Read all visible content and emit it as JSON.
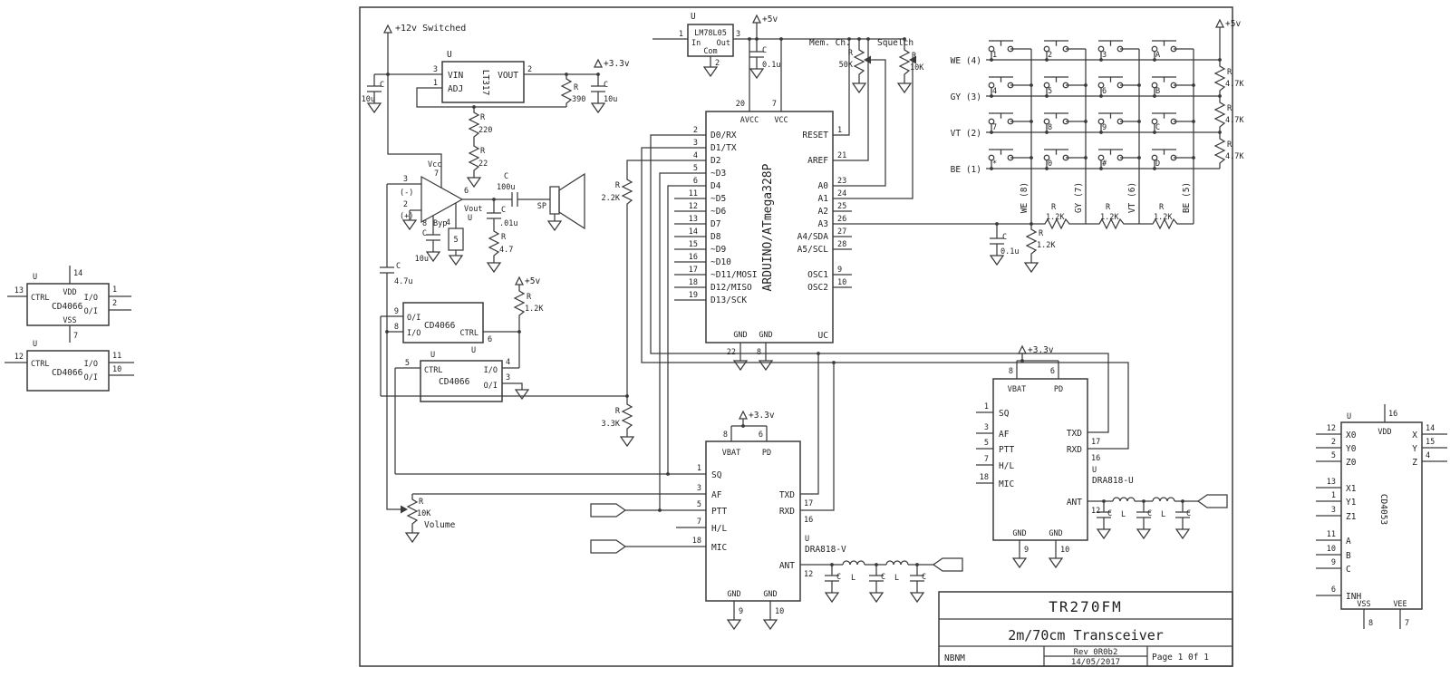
{
  "power": {
    "v12": "+12v Switched",
    "v5": "+5v",
    "v3": "+3.3v"
  },
  "tb": {
    "title": "TR270FM",
    "subtitle": "2m/70cm Transceiver",
    "author": "NBNM",
    "rev": "Rev 0R0b2",
    "date": "14/05/2017",
    "page": "Page 1 0f 1"
  },
  "lbl": {
    "r": "R",
    "c": "C",
    "l": "L",
    "u": "U",
    "sp": "SP"
  },
  "val": {
    "r390": "390",
    "r220": "220",
    "r22": "22",
    "r2k2": "2.2K",
    "r3k3": "3.3K",
    "r47": "4.7",
    "r1k2": "1.2K",
    "r4k7": "4.7K",
    "r10k": "10K",
    "r50k": "50K",
    "c10u": "10u",
    "c100u": "100u",
    "c01u": ".01u",
    "c0u1": "0.1u",
    "c4u7": "4.7u"
  },
  "lt317": {
    "name": "LT317",
    "vin": "VIN",
    "adj": "ADJ",
    "vout": "VOUT",
    "n_vin": "3",
    "n_adj": "1",
    "n_vout": "2"
  },
  "lm": {
    "name": "LM78L05",
    "in": "In",
    "out": "Out",
    "com": "Com",
    "n_in": "1",
    "n_out": "3",
    "n_com": "2"
  },
  "opamp": {
    "n_m": "3",
    "m": "(-)",
    "n_p": "2",
    "p": "(+)",
    "vcc": "Vcc",
    "n_vcc": "7",
    "n_out": "6",
    "vout": "Vout",
    "byp": "Byp",
    "n_byp": "8",
    "n_gain": "4",
    "gain": "5"
  },
  "pots": {
    "mem": "Mem. Ch.",
    "sq": "Squelch",
    "vol": "Volume"
  },
  "mcu": {
    "name": "ARDUINO/ATmega328P",
    "ref": "UC",
    "t": [
      [
        "20",
        "AVCC"
      ],
      [
        "7",
        "VCC"
      ]
    ],
    "b": [
      [
        "22",
        "GND"
      ],
      [
        "8",
        "GND"
      ]
    ],
    "l": [
      [
        "2",
        "D0/RX"
      ],
      [
        "3",
        "D1/TX"
      ],
      [
        "4",
        "D2"
      ],
      [
        "5",
        "~D3"
      ],
      [
        "6",
        "D4"
      ],
      [
        "11",
        "~D5"
      ],
      [
        "12",
        "~D6"
      ],
      [
        "13",
        "D7"
      ],
      [
        "14",
        "D8"
      ],
      [
        "15",
        "~D9"
      ],
      [
        "16",
        "~D10"
      ],
      [
        "17",
        "~D11/MOSI"
      ],
      [
        "18",
        "D12/MISO"
      ],
      [
        "19",
        "D13/SCK"
      ]
    ],
    "r": [
      [
        "1",
        "RESET"
      ],
      [
        "21",
        "AREF"
      ],
      [
        "23",
        "A0"
      ],
      [
        "24",
        "A1"
      ],
      [
        "25",
        "A2"
      ],
      [
        "26",
        "A3"
      ],
      [
        "27",
        "A4/SDA"
      ],
      [
        "28",
        "A5/SCL"
      ],
      [
        "9",
        "OSC1"
      ],
      [
        "10",
        "OSC2"
      ]
    ]
  },
  "dra": {
    "vbat": [
      "8",
      "VBAT"
    ],
    "pd": [
      "6",
      "PD"
    ],
    "l": [
      [
        "1",
        "SQ"
      ],
      [
        "3",
        "AF"
      ],
      [
        "5",
        "PTT"
      ],
      [
        "7",
        "H/L"
      ],
      [
        "18",
        "MIC"
      ]
    ],
    "r": [
      [
        "17",
        "TXD"
      ],
      [
        "16",
        "RXD"
      ],
      [
        "12",
        "ANT"
      ]
    ],
    "g": [
      [
        "9",
        "GND"
      ],
      [
        "10",
        "GND"
      ]
    ],
    "vname": "DRA818-V",
    "uname": "DRA818-U"
  },
  "c66": {
    "name": "CD4066",
    "ctrl": "CTRL",
    "io": "I/O",
    "oi": "O/I",
    "vdd": "VDD",
    "vss": "VSS",
    "s1": {
      "c": "13",
      "i": "1",
      "o": "2",
      "vdd": "14",
      "vss": "7"
    },
    "s2": {
      "c": "12",
      "i": "11",
      "o": "10"
    },
    "s3": {
      "o": "9",
      "i": "8",
      "c": "6"
    },
    "s4": {
      "c": "5",
      "i": "4",
      "o": "3"
    }
  },
  "k4053": {
    "name": "CD4053",
    "vdd": [
      "16",
      "VDD"
    ],
    "vss": [
      "8",
      "VSS"
    ],
    "vee": [
      "7",
      "VEE"
    ],
    "l": [
      [
        "12",
        "X0"
      ],
      [
        "2",
        "Y0"
      ],
      [
        "5",
        "Z0"
      ],
      [
        "13",
        "X1"
      ],
      [
        "1",
        "Y1"
      ],
      [
        "3",
        "Z1"
      ],
      [
        "11",
        "A"
      ],
      [
        "10",
        "B"
      ],
      [
        "9",
        "C"
      ],
      [
        "6",
        "INH"
      ]
    ],
    "r": [
      [
        "14",
        "X"
      ],
      [
        "15",
        "Y"
      ],
      [
        "4",
        "Z"
      ]
    ]
  },
  "kp": {
    "rows": [
      "WE (4)",
      "GY (3)",
      "VT (2)",
      "BE (1)"
    ],
    "cols": [
      "WE (8)",
      "GY (7)",
      "VT (6)",
      "BE (5)"
    ],
    "keys": [
      [
        "1",
        "2",
        "3",
        "A"
      ],
      [
        "4",
        "5",
        "6",
        "B"
      ],
      [
        "7",
        "8",
        "9",
        "C"
      ],
      [
        "*",
        "0",
        "#",
        "D"
      ]
    ]
  }
}
